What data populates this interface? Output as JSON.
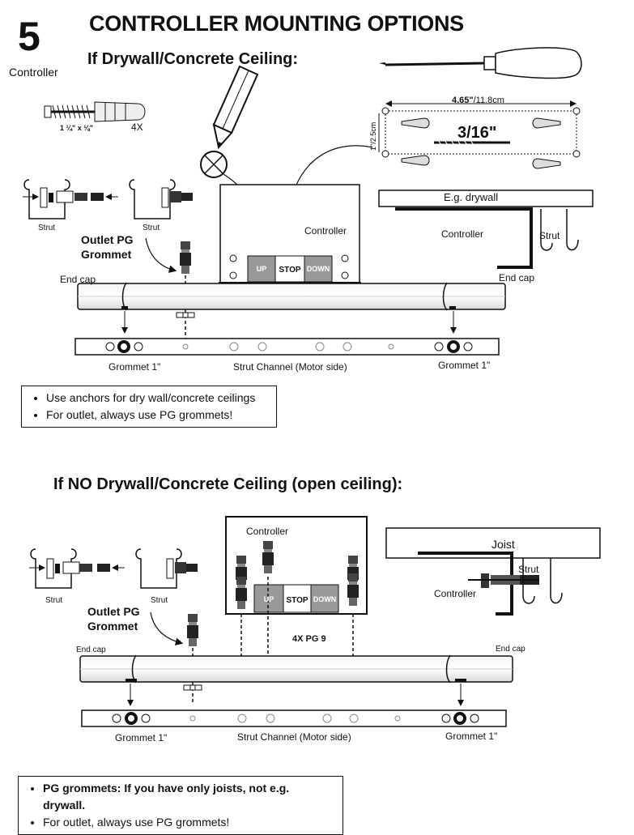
{
  "step": {
    "number": "5",
    "label": "Controller"
  },
  "title": "CONTROLLER MOUNTING OPTIONS",
  "section1": {
    "heading": "If Drywall/Concrete Ceiling:",
    "anchor_size": "1 ¼\" x ⅛\"",
    "anchor_qty": "4X",
    "hole_width": "4.65\"",
    "hole_width_metric": "/11.8cm",
    "hole_height": "1\"/2.5cm",
    "drill_size": "3/16\"",
    "drywall_label": "E.g. drywall",
    "controller_label": "Controller",
    "controller_label_side": "Controller",
    "strut_label_side": "Strut",
    "strut_label_a": "Strut",
    "strut_label_b": "Strut",
    "outlet_grommet": "Outlet PG Grommet",
    "end_cap_left": "End cap",
    "end_cap_right": "End cap",
    "grommet_left": "Grommet 1\"",
    "grommet_right": "Grommet 1\"",
    "strut_channel": "Strut Channel (Motor side)",
    "buttons": {
      "up": "UP",
      "stop": "STOP",
      "down": "DOWN"
    },
    "notes": [
      "Use anchors for dry wall/concrete ceilings",
      "For outlet, always use PG grommets!"
    ]
  },
  "section2": {
    "heading": "If NO Drywall/Concrete Ceiling (open ceiling):",
    "controller_label": "Controller",
    "joist_label": "Joist",
    "strut_label_side": "Strut",
    "controller_label_side": "Controller",
    "strut_label_a": "Strut",
    "strut_label_b": "Strut",
    "outlet_grommet": "Outlet PG Grommet",
    "pg_count": "4X PG 9",
    "end_cap_left": "End cap",
    "end_cap_right": "End cap",
    "grommet_left": "Grommet 1\"",
    "grommet_right": "Grommet 1\"",
    "strut_channel": "Strut Channel (Motor side)",
    "buttons": {
      "up": "UP",
      "stop": "STOP",
      "down": "DOWN"
    },
    "notes": [
      "PG grommets: If you have only joists, not e.g. drywall.",
      "For outlet, always use PG grommets!"
    ]
  }
}
